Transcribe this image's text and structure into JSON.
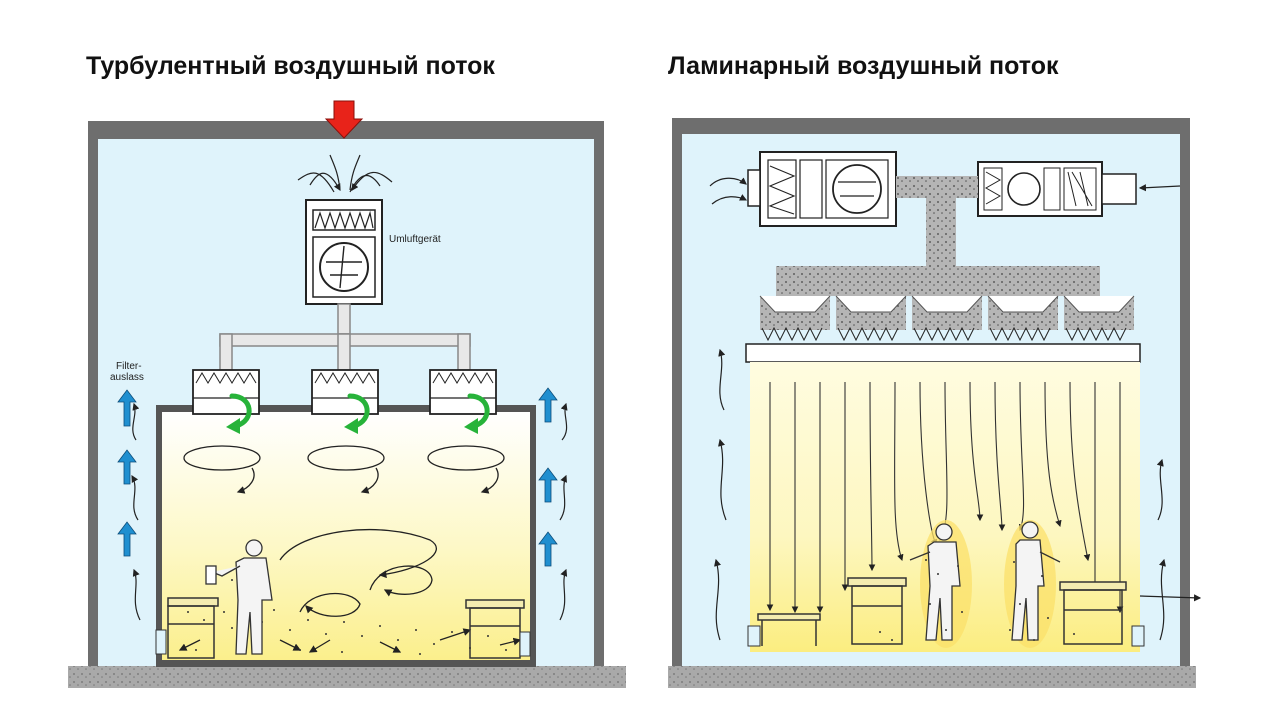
{
  "titles": {
    "turbulent": "Турбулентный воздушный поток",
    "laminar": "Ламинарный воздушный поток"
  },
  "labels": {
    "recirculation_unit": "Umluftgerät",
    "filter_outlet_line1": "Filter-",
    "filter_outlet_line2": "auslass"
  },
  "colors": {
    "wall": "#6e6e6e",
    "room_air": "#dff3fb",
    "clean_zone": "#fff9c8",
    "inlet_arrow": "#e8231a",
    "swirl_arrow": "#27b33a",
    "exhaust_arrow": "#1f8fd0",
    "duct": "#9a9a9a"
  },
  "icons": [
    "red-down-arrow-icon",
    "green-swirl-arrow-icon",
    "blue-up-arrow-icon",
    "fan-icon",
    "person-icon"
  ]
}
